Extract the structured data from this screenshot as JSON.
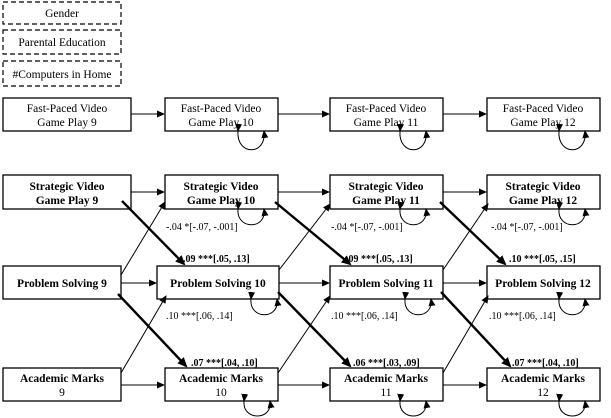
{
  "covariates": [
    "Gender",
    "Parental Education",
    "#Computers in Home"
  ],
  "fast_paced": {
    "w9": [
      "Fast-Paced Video",
      "Game Play 9"
    ],
    "w10": [
      "Fast-Paced Video",
      "Game Play 10"
    ],
    "w11": [
      "Fast-Paced Video",
      "Game Play 11"
    ],
    "w12": [
      "Fast-Paced Video",
      "Game Play 12"
    ]
  },
  "strategic": {
    "w9": [
      "Strategic Video",
      "Game Play 9"
    ],
    "w10": [
      "Strategic Video",
      "Game Play 10"
    ],
    "w11": [
      "Strategic Video",
      "Game Play 11"
    ],
    "w12": [
      "Strategic Video",
      "Game Play 12"
    ]
  },
  "problem_solving": {
    "w9": "Problem Solving 9",
    "w10": "Problem Solving 10",
    "w11": "Problem Solving 11",
    "w12": "Problem Solving 12"
  },
  "academic": {
    "w9": [
      "Academic Marks",
      "9"
    ],
    "w10": [
      "Academic Marks",
      "10"
    ],
    "w11": [
      "Academic Marks",
      "11"
    ],
    "w12": [
      "Academic Marks",
      "12"
    ]
  },
  "coefficients": {
    "ps_to_sg_w10": "-.04 *[-.07, -.001]",
    "ps_to_sg_w11": "-.04 *[-.07, -.001]",
    "ps_to_sg_w12": "-.04 *[-.07, -.001]",
    "sg_to_ps_w10": ".09 ***[.05, .13]",
    "sg_to_ps_w11": ".09 ***[.05, .13]",
    "sg_to_ps_w12": ".10 ***[.05, .15]",
    "am_to_ps_w10": ".10 ***[.06, .14]",
    "am_to_ps_w11": ".10 ***[.06, .14]",
    "am_to_ps_w12": ".10 ***[.06, .14]",
    "ps_to_am_w10": ".07 ***[.04, .10]",
    "ps_to_am_w11": ".06 ***[.03, .09]",
    "ps_to_am_w12": ".07 ***[.04, .10]"
  }
}
